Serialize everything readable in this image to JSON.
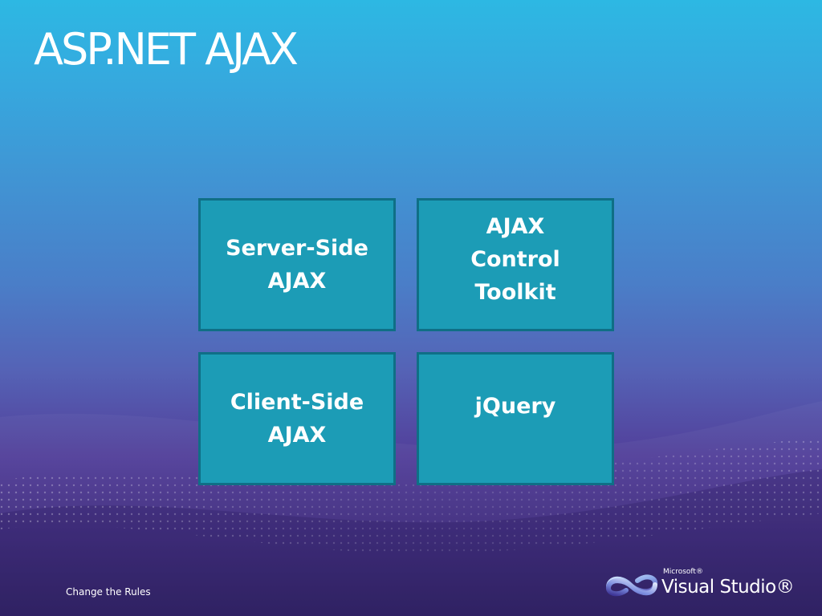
{
  "slide": {
    "title": "ASP.NET AJAX",
    "tiles": [
      {
        "label": "Server-Side\nAJAX"
      },
      {
        "label": "AJAX\nControl\nToolkit"
      },
      {
        "label": "Client-Side\nAJAX"
      },
      {
        "label": "jQuery"
      }
    ],
    "footer": "Change the Rules"
  },
  "logo": {
    "company": "Microsoft®",
    "product": "Visual Studio®"
  },
  "colors": {
    "background_top": "#2db8e3",
    "background_bottom": "#2c1e62",
    "tile_fill": "#1c9cb6",
    "tile_border": "#0f6f86",
    "text": "#ffffff"
  }
}
